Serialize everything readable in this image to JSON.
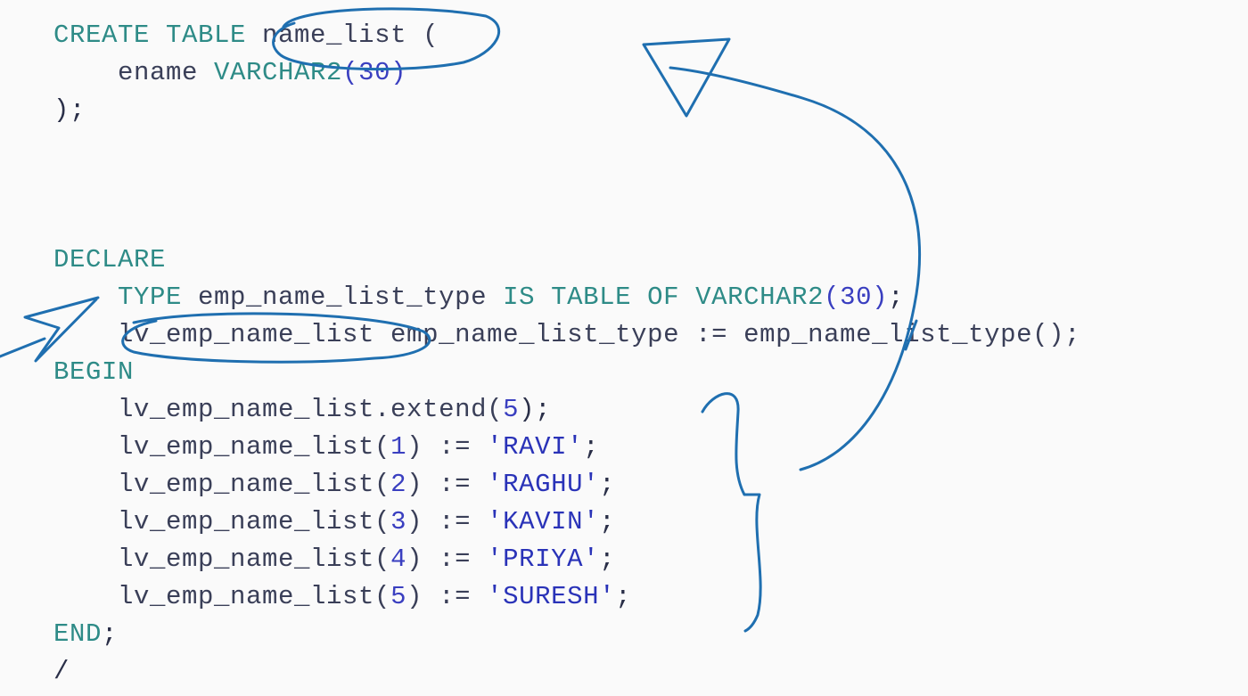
{
  "code": {
    "lines": [
      [
        {
          "t": "CREATE TABLE ",
          "k": "keyword"
        },
        {
          "t": "name_list (",
          "k": "ident"
        }
      ],
      [
        {
          "t": "    ename ",
          "k": "ident"
        },
        {
          "t": "VARCHAR2",
          "k": "keyword"
        },
        {
          "t": "(30)",
          "k": "num"
        }
      ],
      [
        {
          "t": ");",
          "k": "punct"
        }
      ],
      [],
      [],
      [],
      [
        {
          "t": "DECLARE",
          "k": "keyword"
        }
      ],
      [
        {
          "t": "    TYPE ",
          "k": "keyword"
        },
        {
          "t": "emp_name_list_type ",
          "k": "ident"
        },
        {
          "t": "IS TABLE OF VARCHAR2",
          "k": "keyword"
        },
        {
          "t": "(30)",
          "k": "num"
        },
        {
          "t": ";",
          "k": "punct"
        }
      ],
      [
        {
          "t": "    lv_emp_name_list emp_name_list_type := emp_name_list_type();",
          "k": "ident"
        }
      ],
      [
        {
          "t": "BEGIN",
          "k": "keyword"
        }
      ],
      [
        {
          "t": "    lv_emp_name_list.extend(",
          "k": "ident"
        },
        {
          "t": "5",
          "k": "num"
        },
        {
          "t": ");",
          "k": "punct"
        }
      ],
      [
        {
          "t": "    lv_emp_name_list(",
          "k": "ident"
        },
        {
          "t": "1",
          "k": "num"
        },
        {
          "t": ") := ",
          "k": "ident"
        },
        {
          "t": "'RAVI'",
          "k": "str"
        },
        {
          "t": ";",
          "k": "punct"
        }
      ],
      [
        {
          "t": "    lv_emp_name_list(",
          "k": "ident"
        },
        {
          "t": "2",
          "k": "num"
        },
        {
          "t": ") := ",
          "k": "ident"
        },
        {
          "t": "'RAGHU'",
          "k": "str"
        },
        {
          "t": ";",
          "k": "punct"
        }
      ],
      [
        {
          "t": "    lv_emp_name_list(",
          "k": "ident"
        },
        {
          "t": "3",
          "k": "num"
        },
        {
          "t": ") := ",
          "k": "ident"
        },
        {
          "t": "'KAVIN'",
          "k": "str"
        },
        {
          "t": ";",
          "k": "punct"
        }
      ],
      [
        {
          "t": "    lv_emp_name_list(",
          "k": "ident"
        },
        {
          "t": "4",
          "k": "num"
        },
        {
          "t": ") := ",
          "k": "ident"
        },
        {
          "t": "'PRIYA'",
          "k": "str"
        },
        {
          "t": ";",
          "k": "punct"
        }
      ],
      [
        {
          "t": "    lv_emp_name_list(",
          "k": "ident"
        },
        {
          "t": "5",
          "k": "num"
        },
        {
          "t": ") := ",
          "k": "ident"
        },
        {
          "t": "'SURESH'",
          "k": "str"
        },
        {
          "t": ";",
          "k": "punct"
        }
      ],
      [
        {
          "t": "END",
          "k": "keyword"
        },
        {
          "t": ";",
          "k": "punct"
        }
      ],
      [
        {
          "t": "/",
          "k": "punct"
        }
      ]
    ]
  },
  "colors": {
    "keyword": "#2e8b87",
    "identifier": "#3a3f58",
    "number": "#3a3fc0",
    "string": "#2a33b8",
    "annotation_ink": "#1f6fb0",
    "background": "#fafafa"
  }
}
